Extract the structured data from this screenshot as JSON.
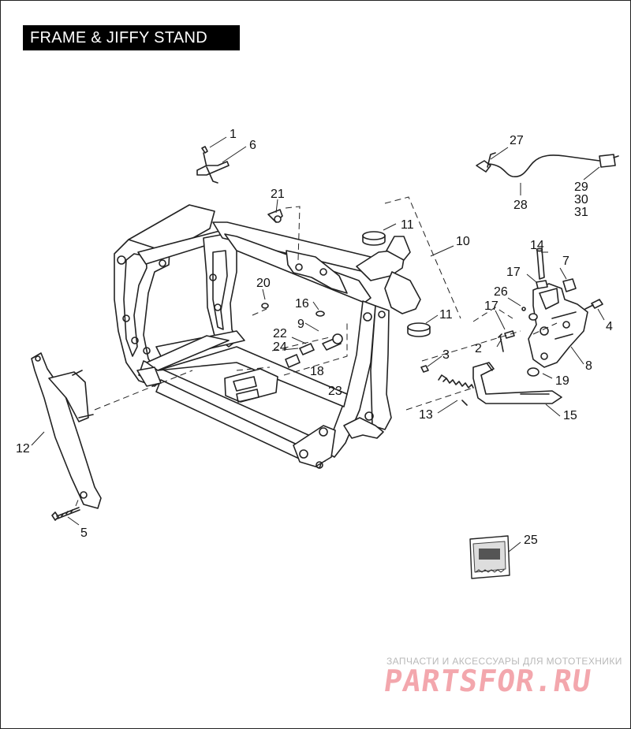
{
  "title": "FRAME & JIFFY STAND",
  "callouts": {
    "c1": "1",
    "c2": "2",
    "c3": "3",
    "c4": "4",
    "c5": "5",
    "c6": "6",
    "c7": "7",
    "c8": "8",
    "c9": "9",
    "c10": "10",
    "c11a": "11",
    "c11b": "11",
    "c12": "12",
    "c13": "13",
    "c14": "14",
    "c15": "15",
    "c16": "16",
    "c17a": "17",
    "c17b": "17",
    "c18": "18",
    "c19": "19",
    "c20": "20",
    "c21": "21",
    "c22": "22",
    "c23": "23",
    "c24": "24",
    "c25": "25",
    "c26": "26",
    "c27": "27",
    "c28": "28",
    "c29": "29",
    "c30": "30",
    "c31": "31"
  },
  "watermark": {
    "top": "ЗАПЧАСТИ И АКСЕССУАРЫ ДЛЯ МОТОТЕХНИКИ",
    "main": "PARTSFOR.RU"
  }
}
